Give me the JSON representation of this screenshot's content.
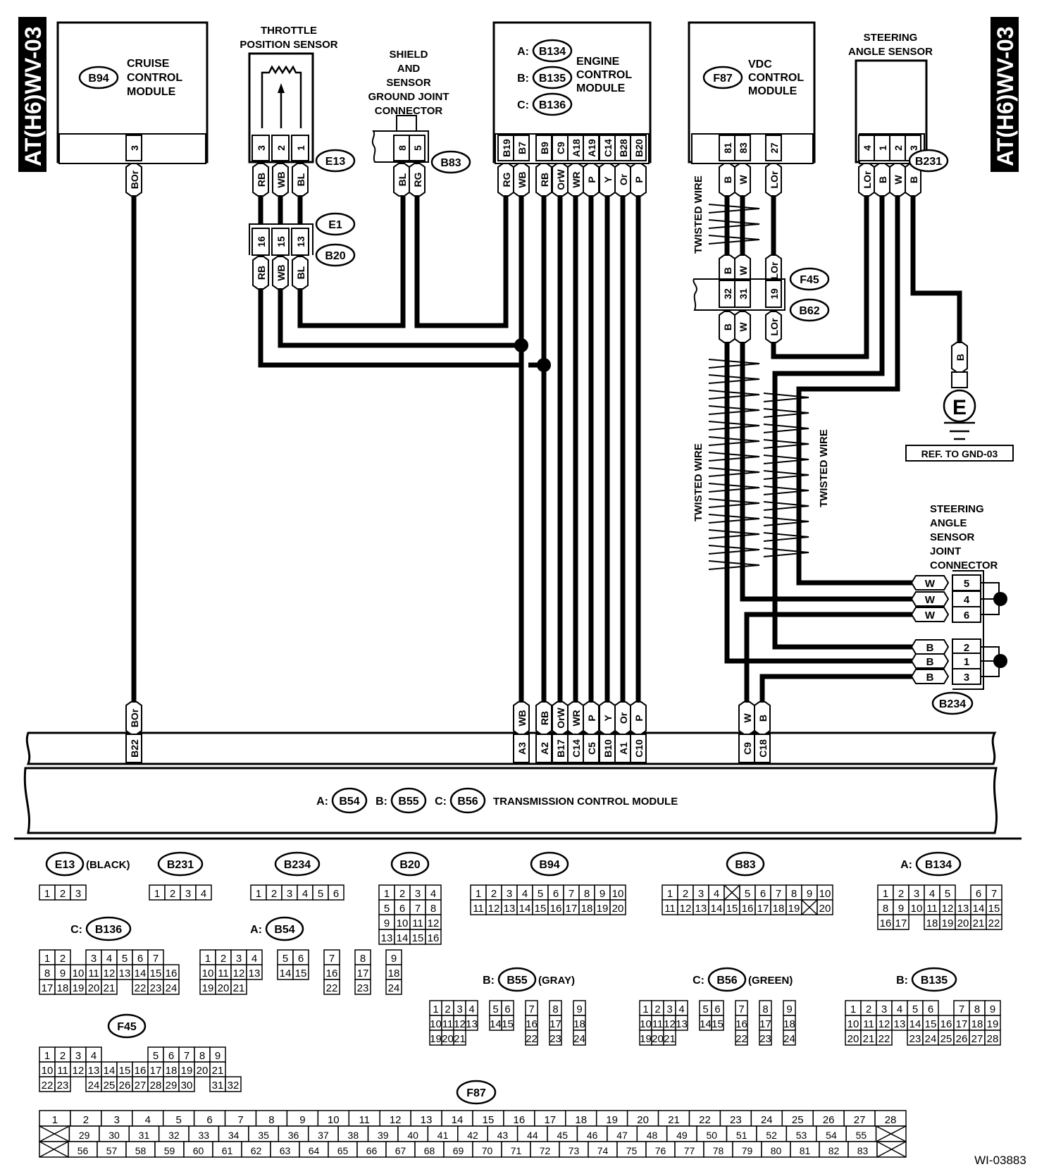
{
  "page_tag": "AT(H6)WV-03",
  "figure_id": "WI-03883",
  "components": {
    "cruise": {
      "connector": "B94",
      "label": [
        "CRUISE",
        "CONTROL",
        "MODULE"
      ],
      "pins": [
        "3"
      ],
      "wires": [
        "BOr"
      ]
    },
    "tps": {
      "title": [
        "THROTTLE",
        "POSITION SENSOR"
      ],
      "connector": "E13",
      "pins": [
        "3",
        "2",
        "1"
      ],
      "wires": [
        "RB",
        "WB",
        "BL"
      ]
    },
    "joint_e1": {
      "connector_top": "E1",
      "connector_bottom": "B20",
      "pins": [
        "16",
        "15",
        "13"
      ],
      "wires": [
        "RB",
        "WB",
        "BL"
      ]
    },
    "shield": {
      "title": [
        "SHIELD",
        "AND",
        "SENSOR",
        "GROUND JOINT",
        "CONNECTOR"
      ],
      "connector": "B83",
      "pins": [
        "8",
        "5"
      ],
      "wires": [
        "BL",
        "RG"
      ]
    },
    "ecm": {
      "connectors": [
        {
          "prefix": "A:",
          "id": "B134"
        },
        {
          "prefix": "B:",
          "id": "B135"
        },
        {
          "prefix": "C:",
          "id": "B136"
        }
      ],
      "label": [
        "ENGINE",
        "CONTROL",
        "MODULE"
      ],
      "pins": [
        "B19",
        "B7",
        "",
        "B9",
        "C9",
        "A18",
        "A19",
        "C14",
        "B28",
        "B20"
      ],
      "wires": [
        "RG",
        "WB",
        "",
        "RB",
        "OrW",
        "WR",
        "P",
        "Y",
        "Or",
        "P"
      ]
    },
    "vdc": {
      "connector": "F87",
      "label": [
        "VDC",
        "CONTROL",
        "MODULE"
      ],
      "pins": [
        "",
        "81",
        "83",
        "",
        "27",
        ""
      ],
      "wires": [
        "B",
        "W",
        "LOr"
      ]
    },
    "joint_f45": {
      "connector_top": "F45",
      "connector_bottom": "B62",
      "pins": [
        "32",
        "31",
        "",
        "19"
      ],
      "wires_top": [
        "B",
        "W",
        "LOr"
      ],
      "wires_bottom": [
        "B",
        "W",
        "LOr"
      ]
    },
    "sas": {
      "title": [
        "STEERING",
        "ANGLE SENSOR"
      ],
      "connector": "B231",
      "pins": [
        "4",
        "1",
        "2",
        "3"
      ],
      "wires": [
        "LOr",
        "B",
        "W",
        "B"
      ]
    },
    "ground": {
      "wire": "B",
      "symbol": "E",
      "ref": "REF. TO GND-03"
    },
    "sas_joint": {
      "title": [
        "STEERING",
        "ANGLE",
        "SENSOR",
        "JOINT",
        "CONNECTOR"
      ],
      "connector": "B234",
      "rows": [
        {
          "wire": "W",
          "pin": "5"
        },
        {
          "wire": "W",
          "pin": "4"
        },
        {
          "wire": "W",
          "pin": "6"
        },
        {
          "wire": "B",
          "pin": "2"
        },
        {
          "wire": "B",
          "pin": "1"
        },
        {
          "wire": "B",
          "pin": "3"
        }
      ]
    },
    "twisted_labels": [
      "TWISTED WIRE",
      "TWISTED WIRE",
      "TWISTED WIRE"
    ],
    "tcm": {
      "connectors": [
        {
          "prefix": "A:",
          "id": "B54"
        },
        {
          "prefix": "B:",
          "id": "B55"
        },
        {
          "prefix": "C:",
          "id": "B56"
        }
      ],
      "label": "TRANSMISSION CONTROL MODULE",
      "terminals": [
        {
          "wire": "BOr",
          "pin": "B22"
        },
        {
          "wire": "WB",
          "pin": "A3"
        },
        {
          "wire": "RB",
          "pin": "A2"
        },
        {
          "wire": "OrW",
          "pin": "B17"
        },
        {
          "wire": "WR",
          "pin": "C14"
        },
        {
          "wire": "P",
          "pin": "C5"
        },
        {
          "wire": "Y",
          "pin": "B10"
        },
        {
          "wire": "Or",
          "pin": "A1"
        },
        {
          "wire": "P",
          "pin": "C10"
        },
        {
          "wire": "W",
          "pin": "C9"
        },
        {
          "wire": "B",
          "pin": "C18"
        }
      ]
    }
  },
  "connector_faces": {
    "E13": {
      "title": "E13",
      "suffix": "(BLACK)",
      "rows": [
        [
          "1",
          "2",
          "3"
        ]
      ]
    },
    "B231": {
      "title": "B231",
      "rows": [
        [
          "1",
          "2",
          "3",
          "4"
        ]
      ]
    },
    "B234": {
      "title": "B234",
      "rows": [
        [
          "1",
          "2",
          "3",
          "4",
          "5",
          "6"
        ]
      ]
    },
    "B20": {
      "title": "B20",
      "rows": [
        [
          "1",
          "2",
          "3",
          "4"
        ],
        [
          "5",
          "6",
          "7",
          "8"
        ],
        [
          "9",
          "10",
          "11",
          "12"
        ],
        [
          "13",
          "14",
          "15",
          "16"
        ]
      ]
    },
    "B94": {
      "title": "B94",
      "rows": [
        [
          "1",
          "2",
          "3",
          "4",
          "5",
          "6",
          "7",
          "8",
          "9",
          "10"
        ],
        [
          "11",
          "12",
          "13",
          "14",
          "15",
          "16",
          "17",
          "18",
          "19",
          "20"
        ]
      ]
    },
    "B83": {
      "title": "B83",
      "rows": [
        [
          "1",
          "2",
          "3",
          "4",
          "X",
          "5",
          "6",
          "7",
          "8",
          "9",
          "10"
        ],
        [
          "11",
          "12",
          "13",
          "14",
          "15",
          "16",
          "17",
          "18",
          "19",
          "X",
          "20"
        ]
      ]
    },
    "B134": {
      "prefix": "A:",
      "title": "B134",
      "rows": [
        [
          "1",
          "2",
          "3",
          "4",
          "5",
          "",
          "6",
          "7"
        ],
        [
          "8",
          "9",
          "10",
          "11",
          "12",
          "13",
          "14",
          "15"
        ],
        [
          "16",
          "17",
          "",
          "18",
          "19",
          "20",
          "21",
          "22"
        ]
      ]
    },
    "B136": {
      "prefix": "C:",
      "title": "B136",
      "rows": [
        [
          "1",
          "2",
          "",
          "3",
          "4",
          "5",
          "6",
          "7"
        ],
        [
          "8",
          "9",
          "10",
          "11",
          "12",
          "13",
          "14",
          "15",
          "16"
        ],
        [
          "17",
          "18",
          "19",
          "20",
          "21",
          "",
          "22",
          "23",
          "24"
        ]
      ]
    },
    "B54": {
      "prefix": "A:",
      "title": "B54",
      "rows": [
        [
          "1",
          "2",
          "3",
          "4",
          "",
          "5",
          "6",
          "",
          "7",
          "",
          "8",
          "",
          "9"
        ],
        [
          "10",
          "11",
          "12",
          "13",
          "",
          "14",
          "15",
          "",
          "16",
          "",
          "17",
          "",
          "18"
        ],
        [
          "19",
          "20",
          "21",
          "",
          "",
          "",
          "",
          "",
          "22",
          "",
          "23",
          "",
          "24"
        ]
      ]
    },
    "B55": {
      "prefix": "B:",
      "title": "B55",
      "suffix": "(GRAY)",
      "rows": [
        [
          "1",
          "2",
          "3",
          "4",
          "",
          "5",
          "6",
          "",
          "7",
          "",
          "8",
          "",
          "9"
        ],
        [
          "10",
          "11",
          "12",
          "13",
          "",
          "14",
          "15",
          "",
          "16",
          "",
          "17",
          "",
          "18"
        ],
        [
          "19",
          "20",
          "21",
          "",
          "",
          "",
          "",
          "",
          "22",
          "",
          "23",
          "",
          "24"
        ]
      ]
    },
    "B56": {
      "prefix": "C:",
      "title": "B56",
      "suffix": "(GREEN)",
      "rows": [
        [
          "1",
          "2",
          "3",
          "4",
          "",
          "5",
          "6",
          "",
          "7",
          "",
          "8",
          "",
          "9"
        ],
        [
          "10",
          "11",
          "12",
          "13",
          "",
          "14",
          "15",
          "",
          "16",
          "",
          "17",
          "",
          "18"
        ],
        [
          "19",
          "20",
          "21",
          "",
          "",
          "",
          "",
          "",
          "22",
          "",
          "23",
          "",
          "24"
        ]
      ]
    },
    "B135": {
      "prefix": "B:",
      "title": "B135",
      "rows": [
        [
          "1",
          "2",
          "3",
          "4",
          "5",
          "6",
          "",
          "7",
          "8",
          "9"
        ],
        [
          "10",
          "11",
          "12",
          "13",
          "14",
          "15",
          "16",
          "17",
          "18",
          "19"
        ],
        [
          "20",
          "21",
          "22",
          "",
          "23",
          "24",
          "25",
          "26",
          "27",
          "28"
        ]
      ]
    },
    "F45": {
      "title": "F45",
      "rows": [
        [
          "1",
          "2",
          "3",
          "4",
          "",
          "",
          "",
          "5",
          "6",
          "7",
          "8",
          "9"
        ],
        [
          "10",
          "11",
          "12",
          "13",
          "14",
          "15",
          "16",
          "17",
          "18",
          "19",
          "20",
          "21"
        ],
        [
          "22",
          "23",
          "",
          "24",
          "25",
          "26",
          "27",
          "28",
          "29",
          "30",
          "",
          "31",
          "32"
        ]
      ]
    },
    "F87": {
      "title": "F87",
      "row1": [
        "1",
        "2",
        "3",
        "4",
        "5",
        "6",
        "7",
        "8",
        "9",
        "10",
        "11",
        "12",
        "13",
        "14",
        "15",
        "16",
        "17",
        "18",
        "19",
        "20",
        "21",
        "22",
        "23",
        "24",
        "25",
        "26",
        "27",
        "28"
      ],
      "row2": [
        "X",
        "29",
        "30",
        "31",
        "32",
        "33",
        "34",
        "35",
        "36",
        "37",
        "38",
        "39",
        "40",
        "41",
        "42",
        "43",
        "44",
        "45",
        "46",
        "47",
        "48",
        "49",
        "50",
        "51",
        "52",
        "53",
        "54",
        "55",
        "X"
      ],
      "row3": [
        "X",
        "56",
        "57",
        "58",
        "59",
        "60",
        "61",
        "62",
        "63",
        "64",
        "65",
        "66",
        "67",
        "68",
        "69",
        "70",
        "71",
        "72",
        "73",
        "74",
        "75",
        "76",
        "77",
        "78",
        "79",
        "80",
        "81",
        "82",
        "83",
        "X"
      ]
    }
  }
}
